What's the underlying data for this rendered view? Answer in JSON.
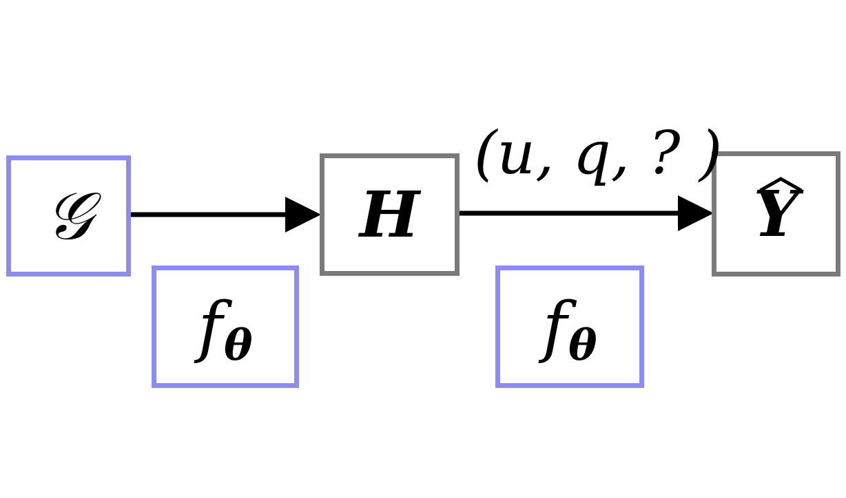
{
  "nodes": {
    "graph": {
      "symbol": "𝒢"
    },
    "hidden": {
      "symbol": "H"
    },
    "output": {
      "symbol": "Y"
    },
    "model_left": {
      "symbol": "f",
      "subscript": "θ"
    },
    "model_right": {
      "symbol": "f",
      "subscript": "θ"
    }
  },
  "edges": {
    "graph_to_hidden": {
      "label": ""
    },
    "hidden_to_output": {
      "label": "(u, q, ? )"
    }
  },
  "colors": {
    "model_border": "#8c8cf8",
    "data_border": "#7a7a7a",
    "arrow": "#000000"
  }
}
